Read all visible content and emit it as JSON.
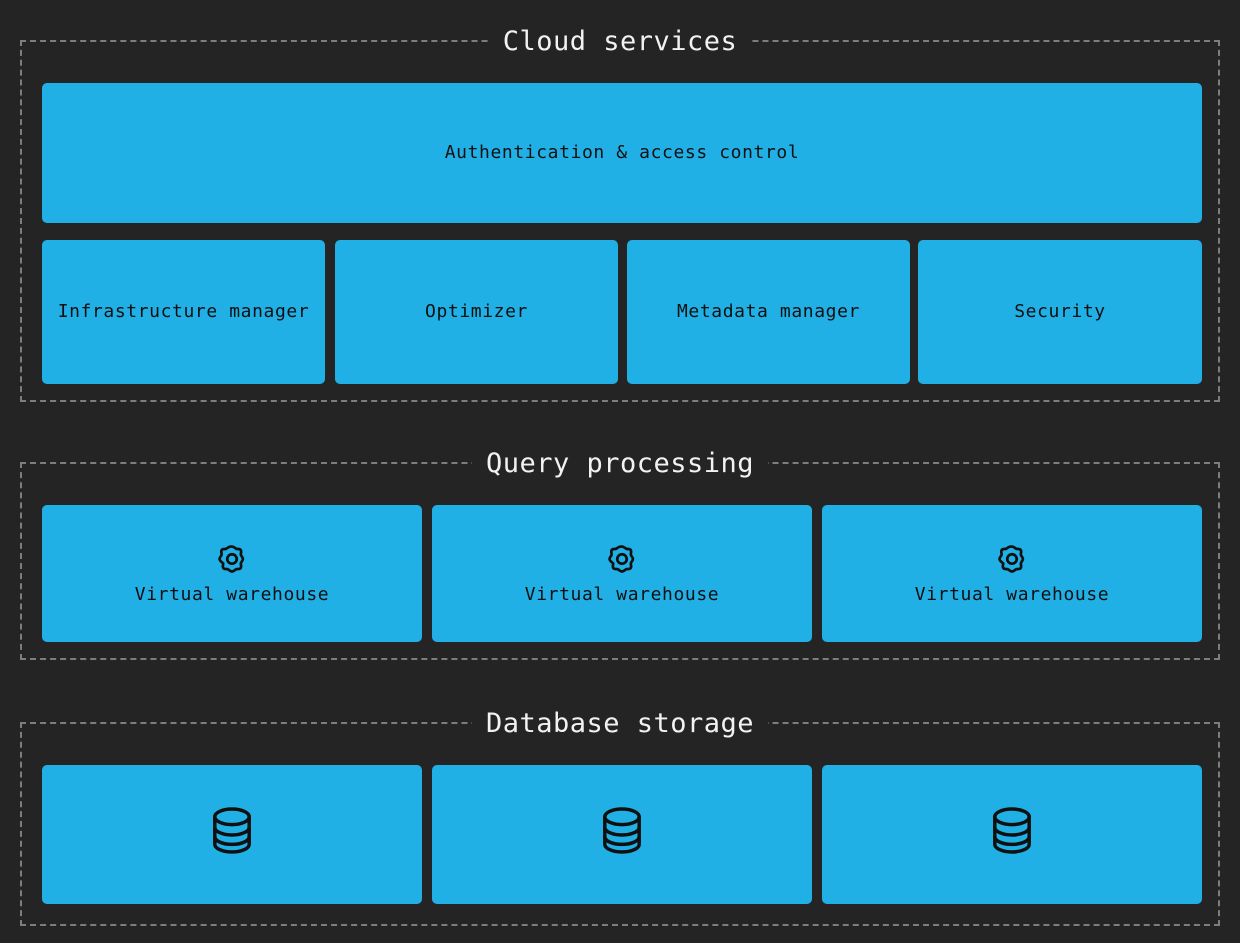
{
  "theme": {
    "background": "#242424",
    "node_fill": "#21b0e6",
    "node_text": "#101010",
    "group_border": "#7d7d7d",
    "group_title_text": "#f2f2f2",
    "icon_stroke": "#101010"
  },
  "groups": [
    {
      "id": "cloud",
      "title": "Cloud services",
      "nodes": [
        {
          "id": "auth",
          "label": "Authentication & access control",
          "icon": null
        },
        {
          "id": "infra",
          "label": "Infrastructure manager",
          "icon": null
        },
        {
          "id": "optimizer",
          "label": "Optimizer",
          "icon": null
        },
        {
          "id": "metadata",
          "label": "Metadata manager",
          "icon": null
        },
        {
          "id": "security",
          "label": "Security",
          "icon": null
        }
      ]
    },
    {
      "id": "query",
      "title": "Query processing",
      "nodes": [
        {
          "id": "vw-1",
          "label": "Virtual warehouse",
          "icon": "gear-icon"
        },
        {
          "id": "vw-2",
          "label": "Virtual warehouse",
          "icon": "gear-icon"
        },
        {
          "id": "vw-3",
          "label": "Virtual warehouse",
          "icon": "gear-icon"
        }
      ]
    },
    {
      "id": "storage",
      "title": "Database storage",
      "nodes": [
        {
          "id": "db-1",
          "label": "",
          "icon": "database-icon"
        },
        {
          "id": "db-2",
          "label": "",
          "icon": "database-icon"
        },
        {
          "id": "db-3",
          "label": "",
          "icon": "database-icon"
        }
      ]
    }
  ]
}
